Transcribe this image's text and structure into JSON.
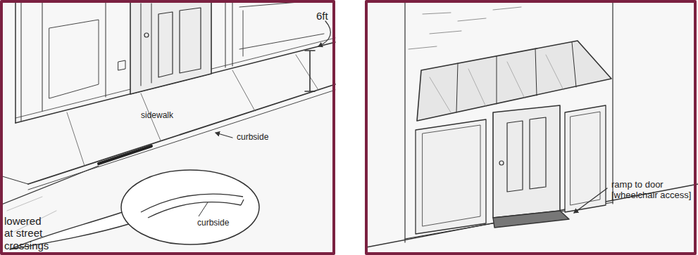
{
  "diagram": {
    "nodes": [
      {
        "text": [
          "curbside"
        ]
      }
    ],
    "labels": [
      "6ft",
      "sidewalk",
      "curbside",
      "lowered at street crossings",
      "ramp to door [wheelchair access]"
    ]
  }
}
